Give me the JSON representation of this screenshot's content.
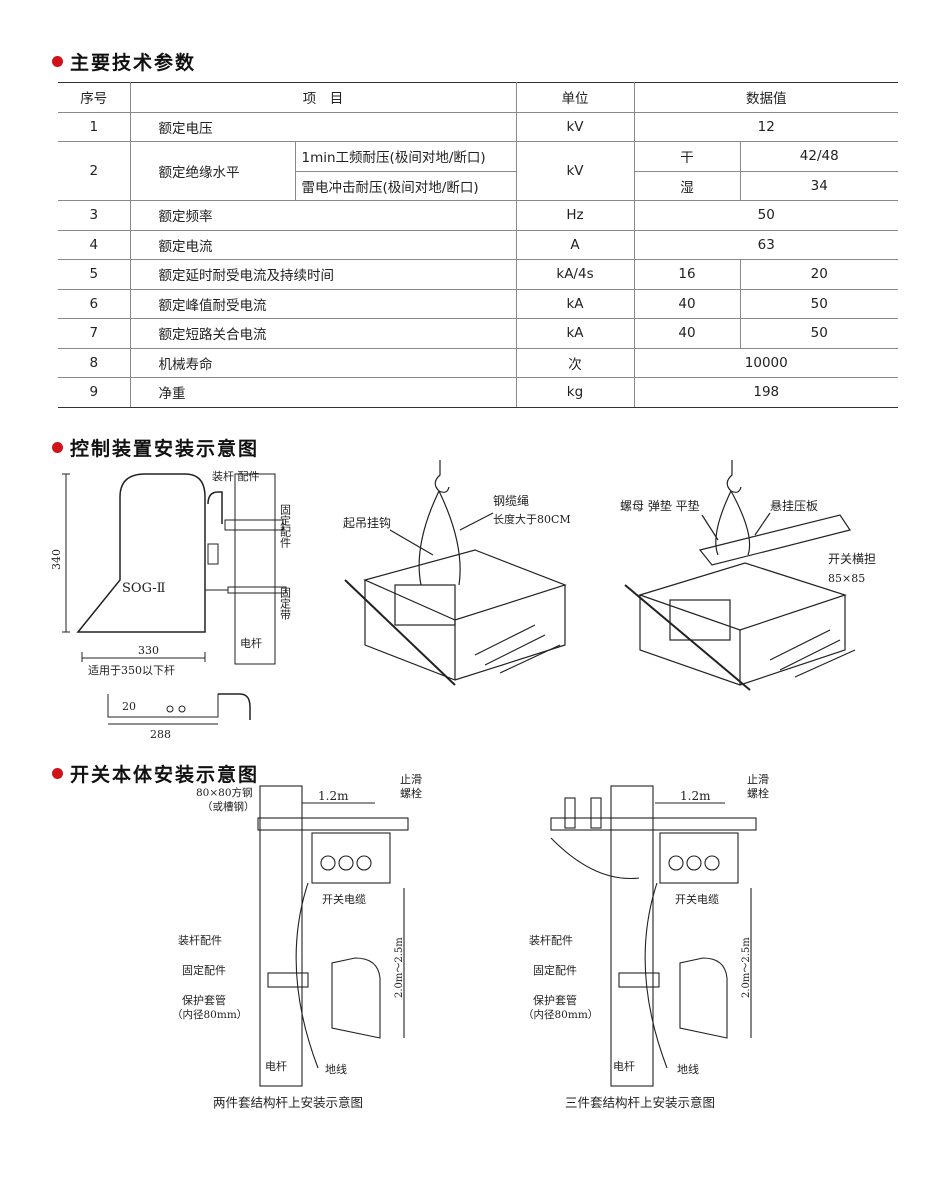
{
  "sections": {
    "specs": "主要技术参数",
    "control": "控制装置安装示意图",
    "switch": "开关本体安装示意图"
  },
  "table": {
    "headers": [
      "序号",
      "项　目",
      "单位",
      "数据值"
    ],
    "r1": {
      "no": "1",
      "item": "额定电压",
      "unit": "kV",
      "val": "12"
    },
    "r2": {
      "no": "2",
      "item": "额定绝缘水平",
      "sub1": "1min工频耐压(极间对地/断口)",
      "sub2": "雷电冲击耐压(极间对地/断口)",
      "unit": "kV",
      "k1": "干",
      "v1": "42/48",
      "k2": "湿",
      "v2": "34"
    },
    "r3": {
      "no": "3",
      "item": "额定频率",
      "unit": "Hz",
      "val": "50"
    },
    "r4": {
      "no": "4",
      "item": "额定电流",
      "unit": "A",
      "val": "63"
    },
    "r5": {
      "no": "5",
      "item": "额定延时耐受电流及持续时间",
      "unit": "kA/4s",
      "a": "16",
      "b": "20"
    },
    "r6": {
      "no": "6",
      "item": "额定峰值耐受电流",
      "unit": "kA",
      "a": "40",
      "b": "50"
    },
    "r7": {
      "no": "7",
      "item": "额定短路关合电流",
      "unit": "kA",
      "a": "40",
      "b": "50"
    },
    "r8": {
      "no": "8",
      "item": "机械寿命",
      "unit": "次",
      "val": "10000"
    },
    "r9": {
      "no": "9",
      "item": "净重",
      "unit": "kg",
      "val": "198"
    }
  },
  "control_diagram": {
    "box_label": "SOG-Ⅱ",
    "dim_h": "340",
    "dim_w": "330",
    "note": "适用于350以下杆",
    "pole_fitting": "装杆\n配件",
    "fix_fitting": "固定配件",
    "fix_band": "固定带",
    "pole": "电杆",
    "dim_20": "20",
    "dim_288": "288"
  },
  "lift_diagram": {
    "hook": "起吊挂钩",
    "rope1": "钢缆绳",
    "rope2": "长度大于80CM"
  },
  "mount_diagram": {
    "nuts": "螺母 弹垫 平垫",
    "plate": "悬挂压板",
    "beam": "开关横担",
    "beam_size": "85×85"
  },
  "install_left": {
    "steel1": "80×80方钢",
    "steel2": "（或槽钢）",
    "dist": "1.2m",
    "bolt1": "止滑",
    "bolt2": "螺栓",
    "cable": "开关电缆",
    "pole_fit": "装杆配件",
    "fix_fit": "固定配件",
    "sleeve1": "保护套管",
    "sleeve2": "（内径80mm）",
    "height": "2.0m～2.5m",
    "pole": "电杆",
    "ground": "地线",
    "caption": "两件套结构杆上安装示意图"
  },
  "install_right": {
    "dist": "1.2m",
    "bolt1": "止滑",
    "bolt2": "螺栓",
    "cable": "开关电缆",
    "pole_fit": "装杆配件",
    "fix_fit": "固定配件",
    "sleeve1": "保护套管",
    "sleeve2": "（内径80mm）",
    "height": "2.0m～2.5m",
    "pole": "电杆",
    "ground": "地线",
    "caption": "三件套结构杆上安装示意图"
  },
  "colors": {
    "accent": "#d0121b",
    "line": "#222222"
  }
}
